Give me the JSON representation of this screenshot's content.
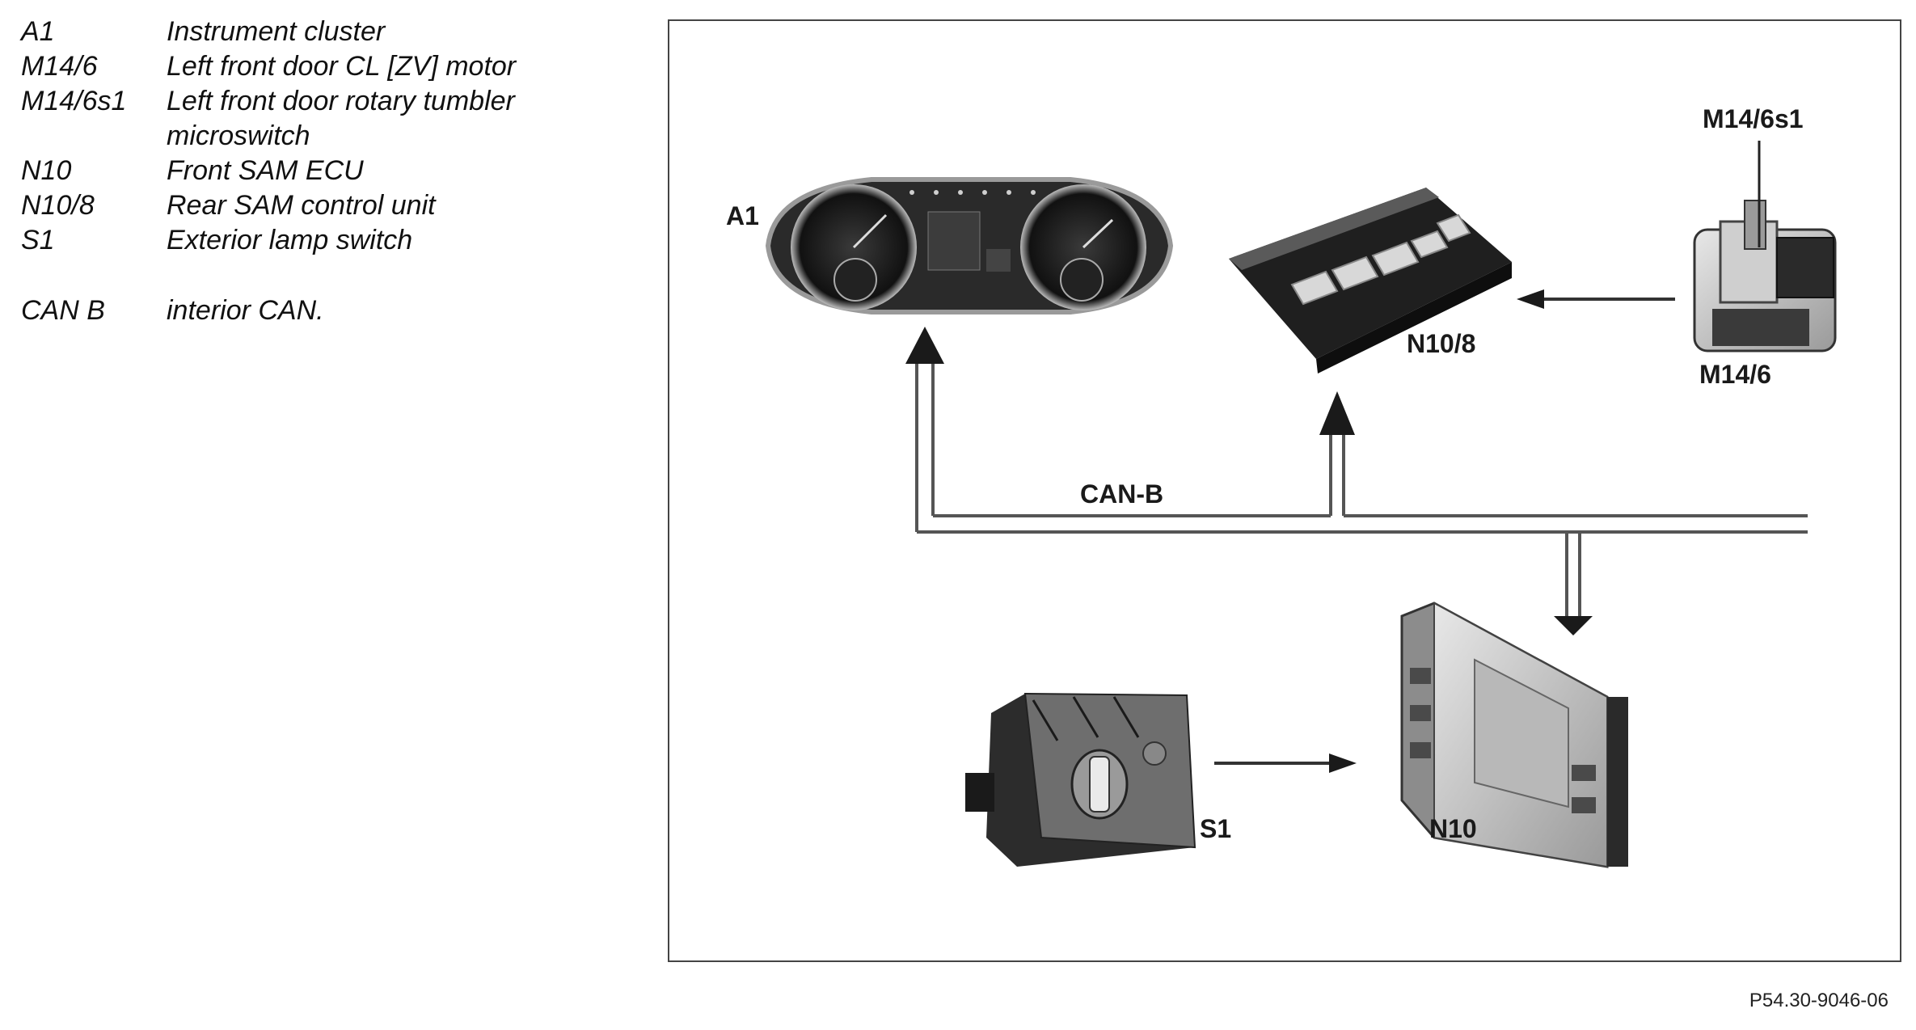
{
  "legend": {
    "items": [
      {
        "code": "A1",
        "description": "Instrument cluster"
      },
      {
        "code": "M14/6",
        "description": "Left front door CL [ZV] motor"
      },
      {
        "code": "M14/6s1",
        "description": "Left front door rotary tumbler microswitch"
      },
      {
        "code": "N10",
        "description": "Front SAM ECU"
      },
      {
        "code": "N10/8",
        "description": "Rear SAM control unit"
      },
      {
        "code": "S1",
        "description": "Exterior lamp switch"
      }
    ],
    "bus": {
      "code": "CAN B",
      "description": "interior CAN."
    }
  },
  "diagram": {
    "labels": {
      "a1": "A1",
      "n10_8": "N10/8",
      "m14_6s1": "M14/6s1",
      "m14_6": "M14/6",
      "can_b": "CAN-B",
      "s1": "S1",
      "n10": "N10"
    }
  },
  "figure_id": "P54.30-9046-06"
}
